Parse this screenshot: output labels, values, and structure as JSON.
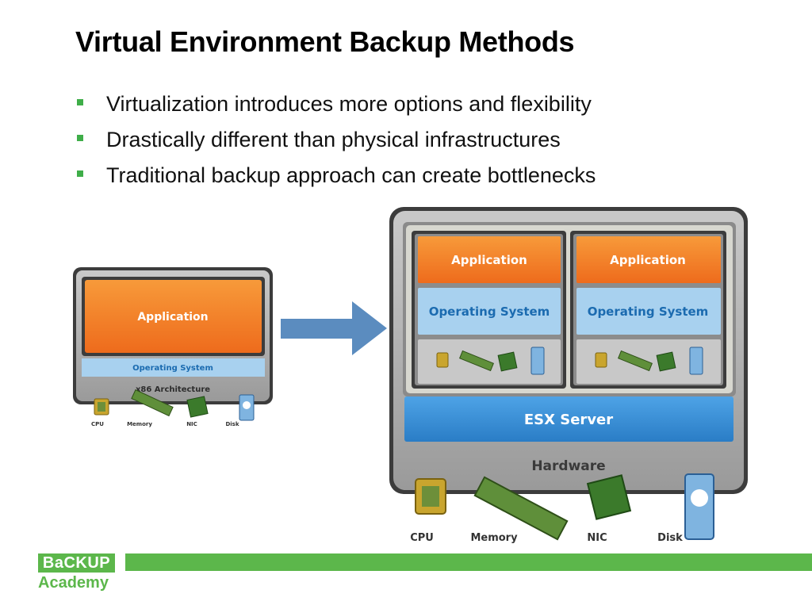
{
  "slide": {
    "title": "Virtual Environment Backup Methods",
    "bullets": [
      "Virtualization introduces more  options and flexibility",
      "Drastically different than physical infrastructures",
      "Traditional backup approach can create bottlenecks"
    ]
  },
  "physical": {
    "application": "Application",
    "os": "Operating System",
    "arch": "x86 Architecture",
    "components": [
      "CPU",
      "Memory",
      "NIC",
      "Disk"
    ]
  },
  "virtual": {
    "vms": [
      {
        "application": "Application",
        "os": "Operating System"
      },
      {
        "application": "Application",
        "os": "Operating System"
      }
    ],
    "hypervisor": "ESX Server",
    "hardware": "Hardware",
    "components": [
      "CPU",
      "Memory",
      "NIC",
      "Disk"
    ]
  },
  "logo": {
    "line1": "BaCKUP",
    "line2": "Academy"
  },
  "colors": {
    "bullet": "#3fae49",
    "application": "#f47b20",
    "os": "#a8d1ef",
    "esx": "#3a8fd6",
    "arrow": "#5b8cbf",
    "brand": "#5cb74b"
  }
}
